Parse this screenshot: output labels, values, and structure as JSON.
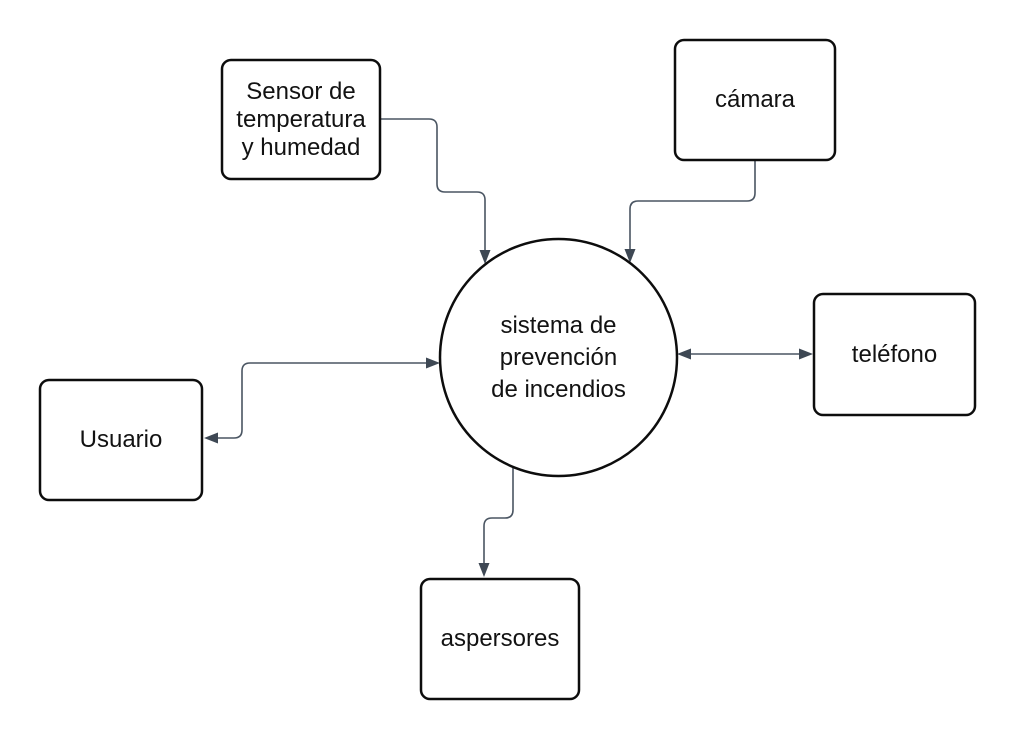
{
  "diagram": {
    "kind": "context-diagram",
    "process": {
      "label": "sistema de prevención de incendios",
      "shape": "circle"
    },
    "entities": {
      "sensor": {
        "label": "Sensor de temperatura y humedad",
        "shape": "rectangle"
      },
      "camera": {
        "label": "cámara",
        "shape": "rectangle"
      },
      "phone": {
        "label": "teléfono",
        "shape": "rectangle"
      },
      "user": {
        "label": "Usuario",
        "shape": "rectangle"
      },
      "sprinklers": {
        "label": "aspersores",
        "shape": "rectangle"
      }
    },
    "connections": [
      {
        "from": "sensor",
        "to": "process",
        "arrows": "one-way"
      },
      {
        "from": "camera",
        "to": "process",
        "arrows": "one-way"
      },
      {
        "from": "user",
        "to": "process",
        "arrows": "two-way"
      },
      {
        "from": "process",
        "to": "phone",
        "arrows": "two-way"
      },
      {
        "from": "process",
        "to": "sprinklers",
        "arrows": "one-way"
      }
    ],
    "colors": {
      "background": "#ffffff",
      "shape_border": "#0d0d0d",
      "shape_fill": "#ffffff",
      "connector_line": "#4a5562",
      "arrowhead": "#3e4854",
      "label_text": "#121212"
    }
  }
}
